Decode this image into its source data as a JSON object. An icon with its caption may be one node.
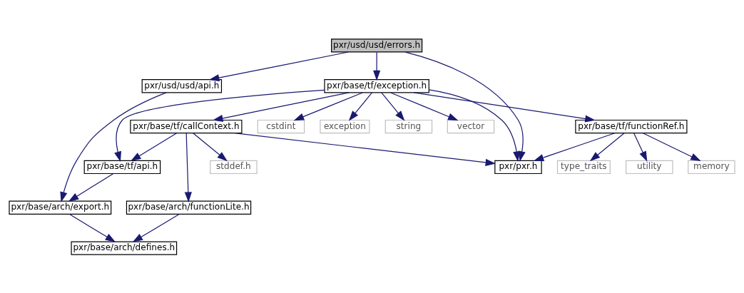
{
  "diagram": {
    "nodes": [
      {
        "text": [
          "pxr/usd/usd/errors.h"
        ]
      },
      {
        "text": [
          "pxr/usd/usd/api.h"
        ]
      },
      {
        "text": [
          "pxr/base/tf/exception.h"
        ]
      },
      {
        "text": [
          "pxr/base/tf/callContext.h"
        ]
      },
      {
        "text": [
          "cstdint"
        ]
      },
      {
        "text": [
          "exception"
        ]
      },
      {
        "text": [
          "string"
        ]
      },
      {
        "text": [
          "vector"
        ]
      },
      {
        "text": [
          "pxr/base/tf/functionRef.h"
        ]
      },
      {
        "text": [
          "pxr/base/tf/api.h"
        ]
      },
      {
        "text": [
          "stddef.h"
        ]
      },
      {
        "text": [
          "pxr/pxr.h"
        ]
      },
      {
        "text": [
          "type_traits"
        ]
      },
      {
        "text": [
          "utility"
        ]
      },
      {
        "text": [
          "memory"
        ]
      },
      {
        "text": [
          "pxr/base/arch/export.h"
        ]
      },
      {
        "text": [
          "pxr/base/arch/functionLite.h"
        ]
      },
      {
        "text": [
          "pxr/base/arch/defines.h"
        ]
      }
    ],
    "edges": [
      {
        "from": 0,
        "to": 1,
        "arrow": "to"
      },
      {
        "from": 0,
        "to": 11,
        "arrow": "to"
      },
      {
        "from": 0,
        "to": 2,
        "arrow": "to"
      },
      {
        "from": 1,
        "to": 15,
        "arrow": "to"
      },
      {
        "from": 2,
        "to": 9,
        "arrow": "to"
      },
      {
        "from": 2,
        "to": 3,
        "arrow": "to"
      },
      {
        "from": 2,
        "to": 4,
        "arrow": "to"
      },
      {
        "from": 2,
        "to": 5,
        "arrow": "to"
      },
      {
        "from": 2,
        "to": 6,
        "arrow": "to"
      },
      {
        "from": 2,
        "to": 7,
        "arrow": "to"
      },
      {
        "from": 2,
        "to": 11,
        "arrow": "to"
      },
      {
        "from": 2,
        "to": 8,
        "arrow": "to"
      },
      {
        "from": 3,
        "to": 9,
        "arrow": "to"
      },
      {
        "from": 3,
        "to": 10,
        "arrow": "to"
      },
      {
        "from": 3,
        "to": 11,
        "arrow": "to"
      },
      {
        "from": 3,
        "to": 16,
        "arrow": "to"
      },
      {
        "from": 8,
        "to": 11,
        "arrow": "to"
      },
      {
        "from": 8,
        "to": 12,
        "arrow": "to"
      },
      {
        "from": 8,
        "to": 13,
        "arrow": "to"
      },
      {
        "from": 8,
        "to": 14,
        "arrow": "to"
      },
      {
        "from": 9,
        "to": 15,
        "arrow": "to"
      },
      {
        "from": 15,
        "to": 17,
        "arrow": "to"
      },
      {
        "from": 16,
        "to": 17,
        "arrow": "to"
      }
    ]
  }
}
